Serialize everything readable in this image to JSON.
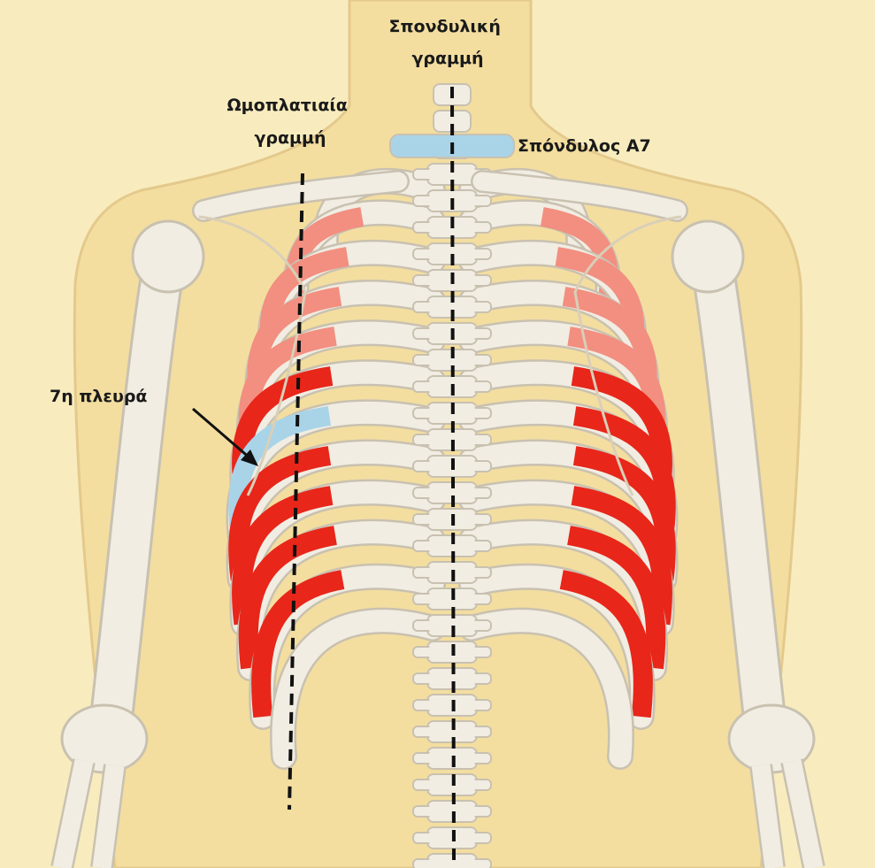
{
  "labels": {
    "spinal_line": [
      "Σπονδυλική",
      "γραμμή"
    ],
    "scapular_line": [
      "Ωμοπλατιαία",
      "γραμμή"
    ],
    "vertebra": "Σπόνδυλος Α7",
    "rib": "7η πλευρά"
  },
  "colors": {
    "background": "#f8ecbe",
    "body": "#f3dea0",
    "body_outline": "#e4c98c",
    "bone": "#f1ede3",
    "bone_outline": "#c9c1b0",
    "rib_red": "#e8261a",
    "rib_light_red": "#f28f80",
    "rib_blue": "#a9d4e8",
    "vertebra_blue": "#a9d4e8",
    "guide_line": "#111111",
    "label_text": "#1a1a1a"
  }
}
